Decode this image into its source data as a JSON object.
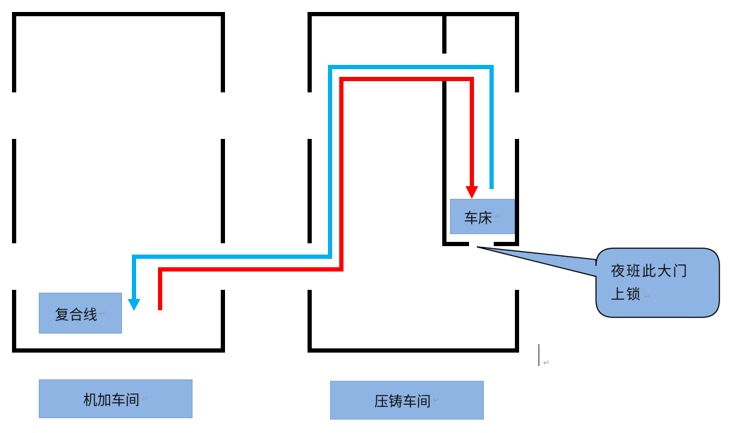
{
  "labels": {
    "composite_line": "复合线",
    "lathe": "车床",
    "machining_workshop": "机加车间",
    "die_casting_workshop": "压铸车间"
  },
  "callout": {
    "line1": "夜班此大门",
    "line2": "上锁"
  },
  "paragraph_mark": "↵",
  "colors": {
    "wall": "#000000",
    "blue_route": "#00b0f0",
    "red_route": "#ff0000",
    "label_fill": "#8eb4e3"
  }
}
